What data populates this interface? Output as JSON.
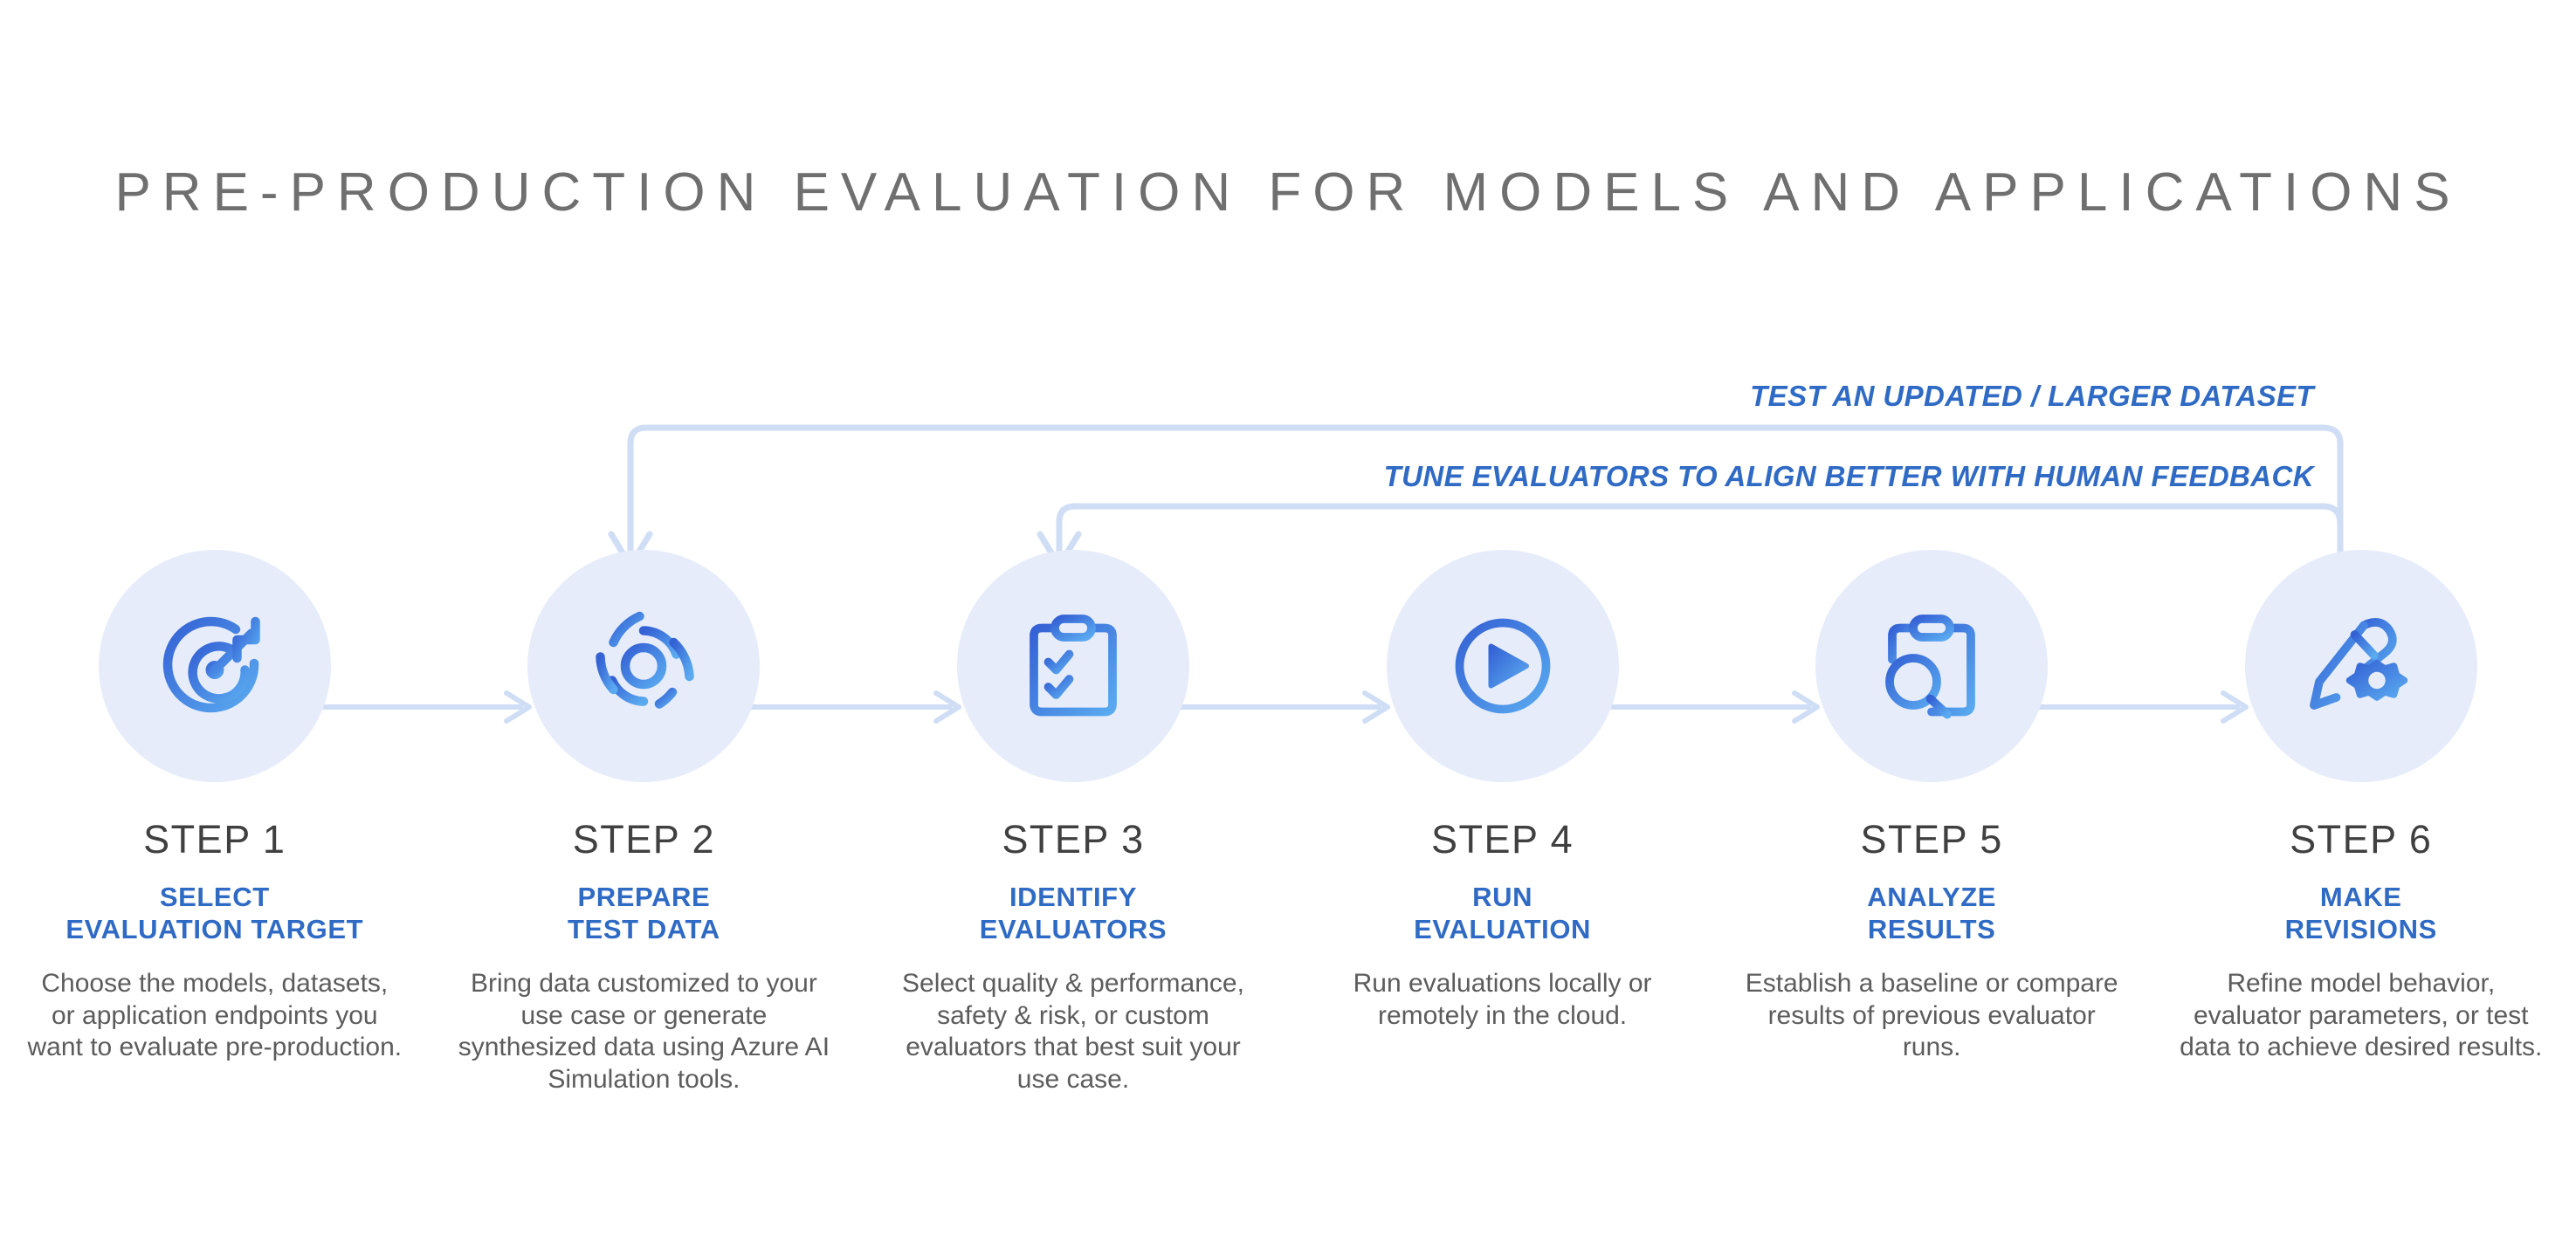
{
  "title": "PRE-PRODUCTION EVALUATION FOR MODELS AND APPLICATIONS",
  "colors": {
    "title_gray": "#6f6f6f",
    "accent_blue": "#2f6ac4",
    "icon_dark_blue": "#3461d4",
    "icon_light_blue": "#5aaaf0",
    "circle_bg": "#e6ecfa",
    "connector_blue": "#cfdef5",
    "body_gray": "#5c5c5c",
    "step_num_gray": "#404040",
    "page_bg": "#ffffff"
  },
  "loops": [
    {
      "id": "loop-outer",
      "label": "TEST AN UPDATED / LARGER DATASET",
      "from_step": 6,
      "to_step": 2
    },
    {
      "id": "loop-inner",
      "label": "TUNE EVALUATORS TO ALIGN BETTER WITH HUMAN FEEDBACK",
      "from_step": 6,
      "to_step": 3
    }
  ],
  "steps": [
    {
      "number": "STEP 1",
      "subtitle": "SELECT\nEVALUATION TARGET",
      "subtitle_lines": [
        "SELECT",
        "EVALUATION TARGET"
      ],
      "description": "Choose the models, datasets, or application endpoints you want to evaluate pre-production.",
      "icon": "target-arrow-icon"
    },
    {
      "number": "STEP 2",
      "subtitle": "PREPARE\nTEST DATA",
      "subtitle_lines": [
        "PREPARE",
        "TEST DATA"
      ],
      "description": "Bring data customized to your use case or generate synthesized data using Azure AI Simulation tools.",
      "icon": "concentric-data-rings-icon"
    },
    {
      "number": "STEP 3",
      "subtitle": "IDENTIFY\nEVALUATORS",
      "subtitle_lines": [
        "IDENTIFY",
        "EVALUATORS"
      ],
      "description": "Select quality & performance, safety & risk, or custom evaluators that best suit your use case.",
      "icon": "clipboard-checklist-icon"
    },
    {
      "number": "STEP 4",
      "subtitle": "RUN\nEVALUATION",
      "subtitle_lines": [
        "RUN",
        "EVALUATION"
      ],
      "description": "Run evaluations locally or remotely in the cloud.",
      "icon": "play-circle-icon"
    },
    {
      "number": "STEP 5",
      "subtitle": "ANALYZE\nRESULTS",
      "subtitle_lines": [
        "ANALYZE",
        "RESULTS"
      ],
      "description": "Establish a baseline or compare results of previous evaluator runs.",
      "icon": "clipboard-magnifier-icon"
    },
    {
      "number": "STEP 6",
      "subtitle": "MAKE\nREVISIONS",
      "subtitle_lines": [
        "MAKE",
        "REVISIONS"
      ],
      "description": "Refine model behavior, evaluator parameters, or test data to achieve desired results.",
      "icon": "pencil-gear-icon"
    }
  ]
}
